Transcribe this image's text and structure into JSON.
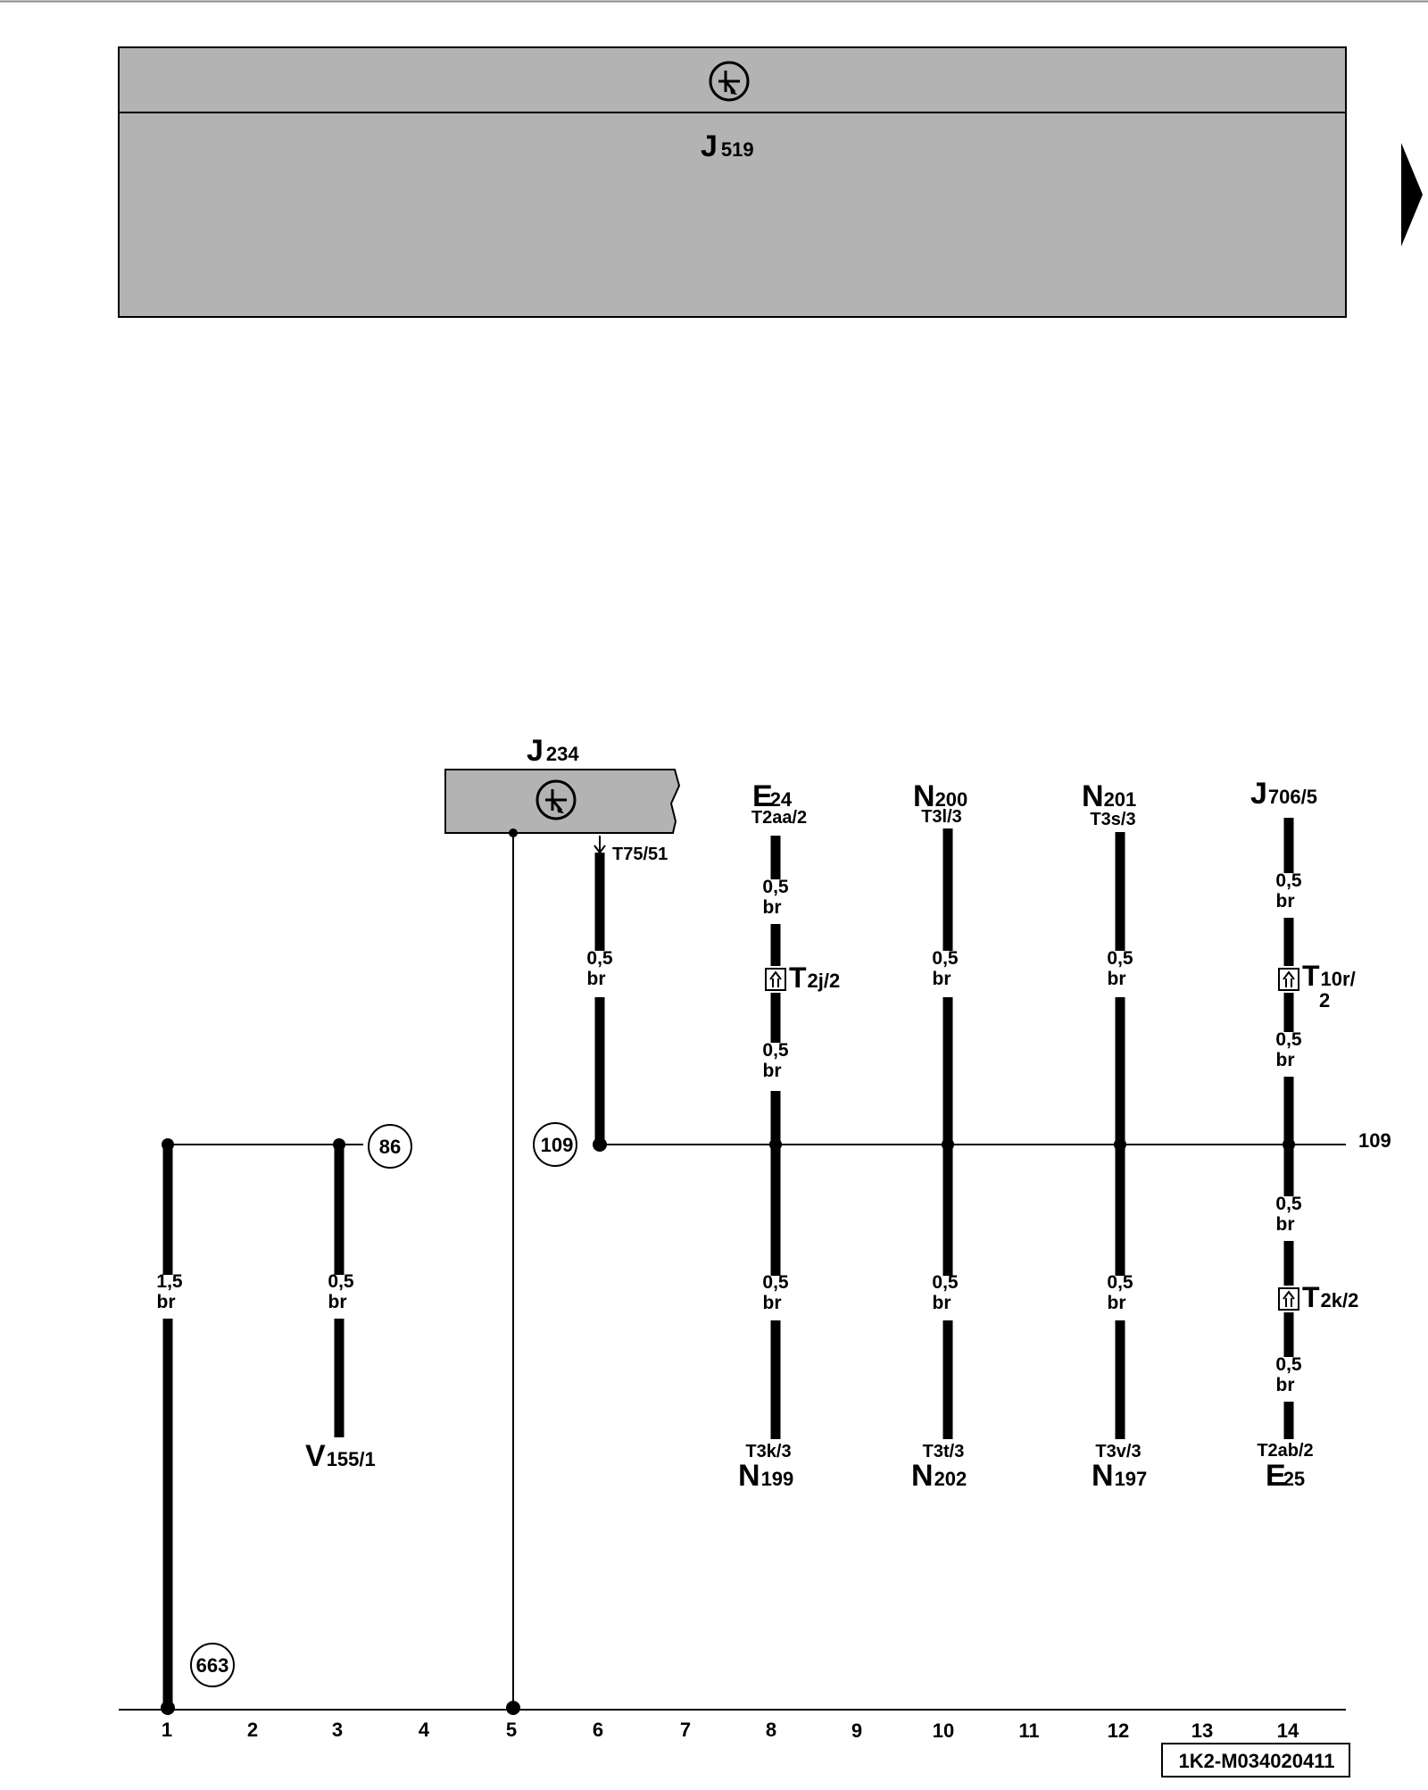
{
  "top_unit": {
    "letter": "J",
    "number": "519",
    "icon": "transistor-symbol-icon"
  },
  "nav_arrow": "right-arrow-icon",
  "unit_j234": {
    "letter": "J",
    "number": "234",
    "icon": "transistor-symbol-icon",
    "pin": "T75/51"
  },
  "wires": {
    "w1": {
      "size": "1,5",
      "color": "br"
    },
    "w3": {
      "size": "0,5",
      "color": "br"
    },
    "w6": {
      "size": "0,5",
      "color": "br"
    },
    "w8a": {
      "size": "0,5",
      "color": "br"
    },
    "w8b": {
      "size": "0,5",
      "color": "br"
    },
    "w8c": {
      "size": "0,5",
      "color": "br"
    },
    "w10a": {
      "size": "0,5",
      "color": "br"
    },
    "w10b": {
      "size": "0,5",
      "color": "br"
    },
    "w12a": {
      "size": "0,5",
      "color": "br"
    },
    "w12b": {
      "size": "0,5",
      "color": "br"
    },
    "w14a": {
      "size": "0,5",
      "color": "br"
    },
    "w14b": {
      "size": "0,5",
      "color": "br"
    },
    "w14c": {
      "size": "0,5",
      "color": "br"
    },
    "w14d": {
      "size": "0,5",
      "color": "br"
    }
  },
  "components": {
    "e24": {
      "letter": "E",
      "number": "24",
      "pin": "T2aa/2"
    },
    "n200": {
      "letter": "N",
      "number": "200",
      "pin": "T3l/3"
    },
    "n201": {
      "letter": "N",
      "number": "201",
      "pin": "T3s/3"
    },
    "j706": {
      "letter": "J",
      "number": "706/5"
    },
    "v155": {
      "letter": "V",
      "number": "155/1"
    },
    "n199": {
      "letter": "N",
      "number": "199",
      "pin": "T3k/3"
    },
    "n202": {
      "letter": "N",
      "number": "202",
      "pin": "T3t/3"
    },
    "n197": {
      "letter": "N",
      "number": "197",
      "pin": "T3v/3"
    },
    "e25": {
      "letter": "E",
      "number": "25",
      "pin": "T2ab/2"
    }
  },
  "connectors": {
    "t2j": {
      "letter": "T",
      "number": "2j/2"
    },
    "t10r": {
      "letter": "T",
      "number": "10r/",
      "number2": "2"
    },
    "t2k": {
      "letter": "T",
      "number": "2k/2"
    }
  },
  "circles": {
    "c86": "86",
    "c109": "109",
    "c663": "663"
  },
  "bus_label": "109",
  "axis": [
    "1",
    "2",
    "3",
    "4",
    "5",
    "6",
    "7",
    "8",
    "9",
    "10",
    "11",
    "12",
    "13",
    "14"
  ],
  "diagram_id": "1K2-M034020411"
}
